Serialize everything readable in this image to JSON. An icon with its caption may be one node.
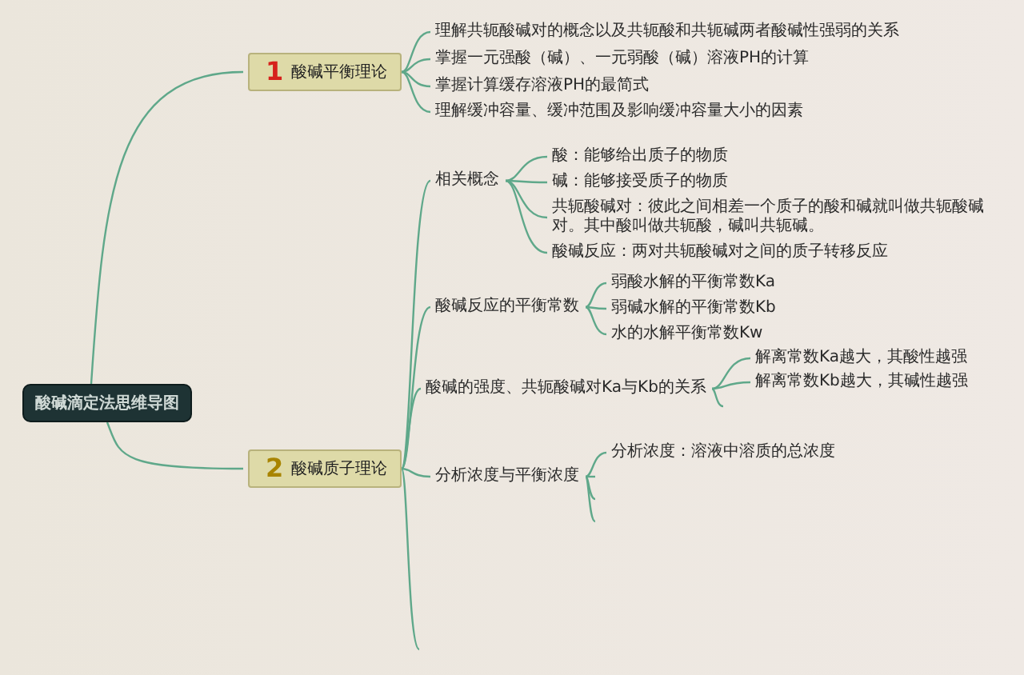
{
  "diagram": {
    "nodes": [
      {
        "text": [
          "酸碱滴定法思维导图"
        ]
      },
      {
        "text": [
          "1",
          "酸碱平衡理论"
        ]
      },
      {
        "text": [
          "理解共轭酸碱对的概念以及共轭酸和共轭碱两者酸碱性强弱的关系"
        ]
      },
      {
        "text": [
          "掌握一元强酸（碱）、一元弱酸（碱）溶液PH的计算"
        ]
      },
      {
        "text": [
          "掌握计算缓存溶液PH的最简式"
        ]
      },
      {
        "text": [
          "理解缓冲容量、缓冲范围及影响缓冲容量大小的因素"
        ]
      },
      {
        "text": [
          "2",
          "酸碱质子理论"
        ]
      },
      {
        "text": [
          "相关概念"
        ]
      },
      {
        "text": [
          "酸：能够给出质子的物质"
        ]
      },
      {
        "text": [
          "碱：能够接受质子的物质"
        ]
      },
      {
        "text": [
          "共轭酸碱对：彼此之间相差一个质子的酸和碱就叫做共轭酸碱对。其中酸叫做共轭酸，碱叫共轭碱。"
        ]
      },
      {
        "text": [
          "酸碱反应：两对共轭酸碱对之间的质子转移反应"
        ]
      },
      {
        "text": [
          "酸碱反应的平衡常数"
        ]
      },
      {
        "text": [
          "弱酸水解的平衡常数Ka"
        ]
      },
      {
        "text": [
          "弱碱水解的平衡常数Kb"
        ]
      },
      {
        "text": [
          "水的水解平衡常数Kw"
        ]
      },
      {
        "text": [
          "酸碱的强度、共轭酸碱对Ka与Kb的关系"
        ]
      },
      {
        "text": [
          "解离常数Ka越大，其酸性越强"
        ]
      },
      {
        "text": [
          "解离常数Kb越大，其碱性越强"
        ]
      },
      {
        "text": [
          "分析浓度与平衡浓度"
        ]
      },
      {
        "text": [
          "分析浓度：溶液中溶质的总浓度"
        ]
      }
    ],
    "edges": [
      {
        "from": 0,
        "to": 1,
        "arrow": "none"
      },
      {
        "from": 0,
        "to": 6,
        "arrow": "none"
      },
      {
        "from": 1,
        "to": 2,
        "arrow": "none"
      },
      {
        "from": 1,
        "to": 3,
        "arrow": "none"
      },
      {
        "from": 1,
        "to": 4,
        "arrow": "none"
      },
      {
        "from": 1,
        "to": 5,
        "arrow": "none"
      },
      {
        "from": 6,
        "to": 7,
        "arrow": "none"
      },
      {
        "from": 6,
        "to": 12,
        "arrow": "none"
      },
      {
        "from": 6,
        "to": 16,
        "arrow": "none"
      },
      {
        "from": 6,
        "to": 19,
        "arrow": "none"
      },
      {
        "from": 6,
        "to": null,
        "arrow": "none"
      },
      {
        "from": 7,
        "to": 8,
        "arrow": "none"
      },
      {
        "from": 7,
        "to": 9,
        "arrow": "none"
      },
      {
        "from": 7,
        "to": 10,
        "arrow": "none"
      },
      {
        "from": 7,
        "to": 11,
        "arrow": "none"
      },
      {
        "from": 12,
        "to": 13,
        "arrow": "none"
      },
      {
        "from": 12,
        "to": 14,
        "arrow": "none"
      },
      {
        "from": 12,
        "to": 15,
        "arrow": "none"
      },
      {
        "from": 16,
        "to": 17,
        "arrow": "none"
      },
      {
        "from": 16,
        "to": 18,
        "arrow": "none"
      },
      {
        "from": 16,
        "to": null,
        "arrow": "none"
      },
      {
        "from": 19,
        "to": 20,
        "arrow": "none"
      },
      {
        "from": 19,
        "to": null,
        "arrow": "none"
      },
      {
        "from": 19,
        "to": null,
        "arrow": "none"
      },
      {
        "from": 19,
        "to": null,
        "arrow": "none"
      }
    ]
  }
}
